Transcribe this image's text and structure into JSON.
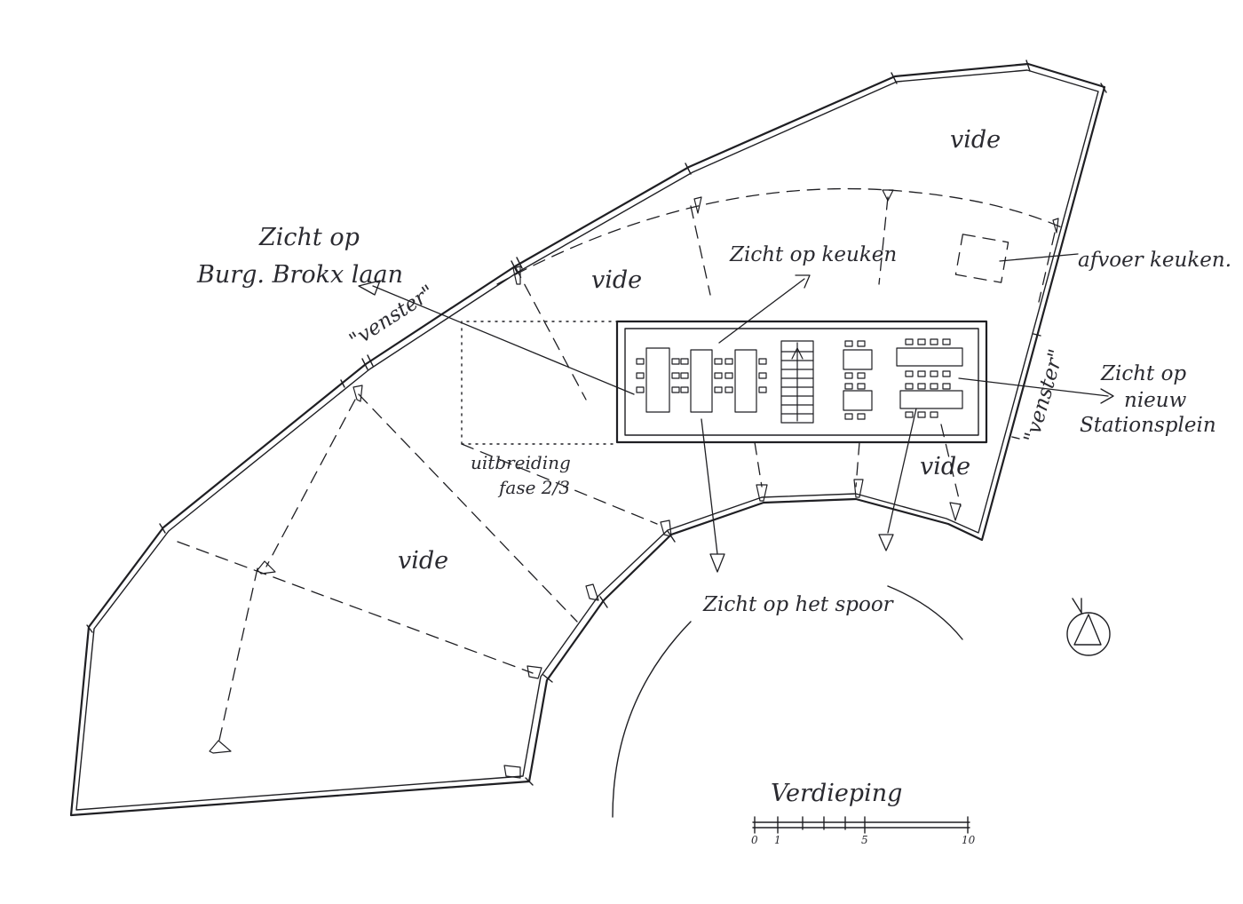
{
  "labels": {
    "vide_top": "vide",
    "vide_center": "vide",
    "vide_right": "vide",
    "vide_left": "vide",
    "zicht_bwg_line1": "Zicht op",
    "zicht_bwg_line2": "Burg. Brokx laan",
    "zicht_keuken": "Zicht op keuken",
    "afvoer_keuken": "afvoer keuken.",
    "zicht_plein_line1": "Zicht op",
    "zicht_plein_line2": "nieuw",
    "zicht_plein_line3": "Stationsplein",
    "venster_left": "\"venster\"",
    "venster_right": "\"venster\"",
    "uitbreiding_line1": "uitbreiding",
    "uitbreiding_line2": "fase 2/3",
    "zicht_spoor": "Zicht op het spoor",
    "title": "Verdieping"
  },
  "scale_bar": {
    "ticks": [
      "0",
      "1",
      "5",
      "10"
    ]
  },
  "icons": {
    "north_arrow": "north-arrow-icon",
    "stair": "stair-icon",
    "camera": "camera-icon"
  },
  "colors": {
    "ink": "#1f1f23",
    "paper": "#ffffff"
  }
}
